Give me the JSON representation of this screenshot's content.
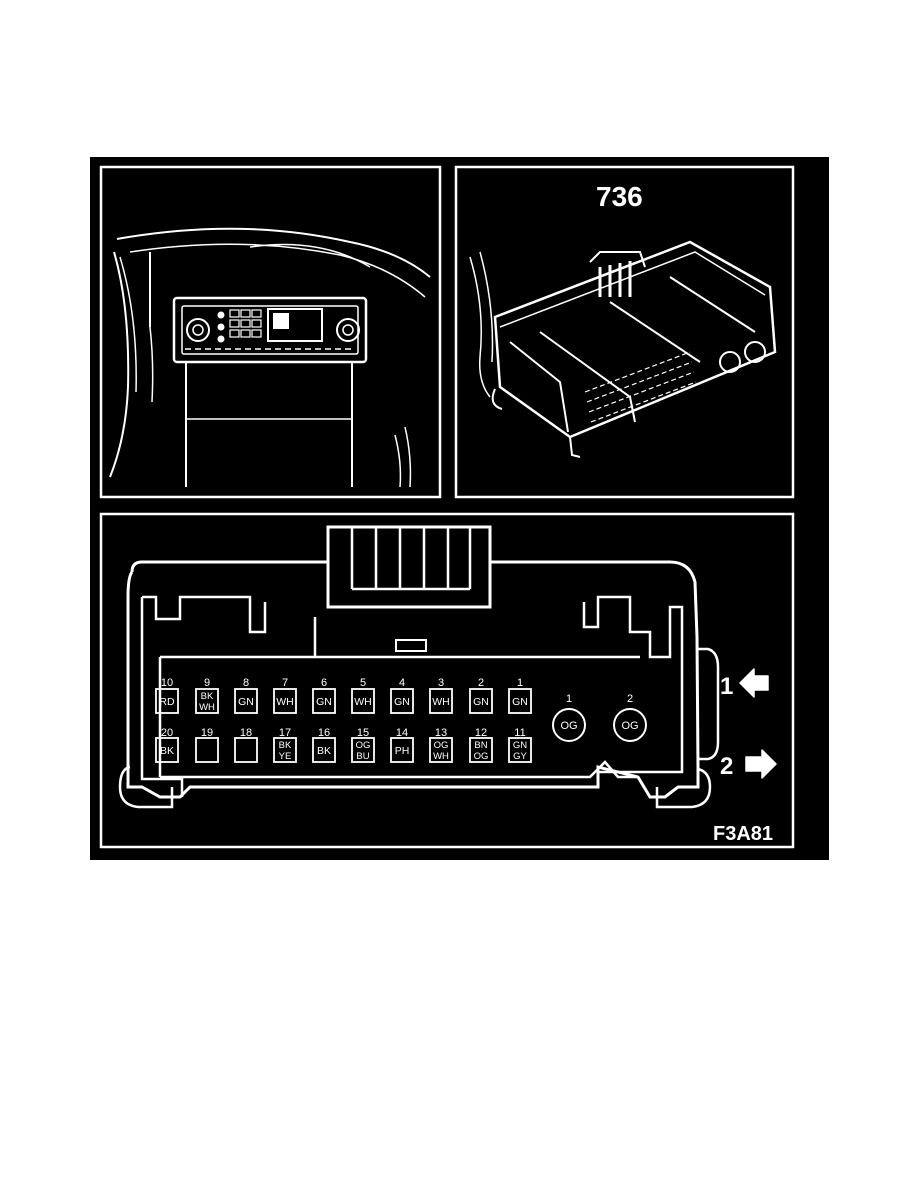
{
  "figure": {
    "code": "F3A81",
    "component_number": "736",
    "colors": {
      "background": "#000000",
      "line": "#ffffff"
    }
  },
  "connector": {
    "row1": [
      {
        "pin": "10",
        "wire": [
          "RD"
        ]
      },
      {
        "pin": "9",
        "wire": [
          "BK",
          "WH"
        ]
      },
      {
        "pin": "8",
        "wire": [
          "GN"
        ]
      },
      {
        "pin": "7",
        "wire": [
          "WH"
        ]
      },
      {
        "pin": "6",
        "wire": [
          "GN"
        ]
      },
      {
        "pin": "5",
        "wire": [
          "WH"
        ]
      },
      {
        "pin": "4",
        "wire": [
          "GN"
        ]
      },
      {
        "pin": "3",
        "wire": [
          "WH"
        ]
      },
      {
        "pin": "2",
        "wire": [
          "GN"
        ]
      },
      {
        "pin": "1",
        "wire": [
          "GN"
        ]
      }
    ],
    "row2": [
      {
        "pin": "20",
        "wire": [
          "BK"
        ]
      },
      {
        "pin": "19",
        "wire": []
      },
      {
        "pin": "18",
        "wire": []
      },
      {
        "pin": "17",
        "wire": [
          "BK",
          "YE"
        ]
      },
      {
        "pin": "16",
        "wire": [
          "BK"
        ]
      },
      {
        "pin": "15",
        "wire": [
          "OG",
          "BU"
        ]
      },
      {
        "pin": "14",
        "wire": [
          "PH"
        ]
      },
      {
        "pin": "13",
        "wire": [
          "OG",
          "WH"
        ]
      },
      {
        "pin": "12",
        "wire": [
          "BN",
          "OG"
        ]
      },
      {
        "pin": "11",
        "wire": [
          "GN",
          "GY"
        ]
      }
    ],
    "round_pins": [
      {
        "pin": "1",
        "wire": "OG"
      },
      {
        "pin": "2",
        "wire": "OG"
      }
    ]
  },
  "arrows": [
    {
      "label": "1",
      "direction": "left"
    },
    {
      "label": "2",
      "direction": "right"
    }
  ]
}
